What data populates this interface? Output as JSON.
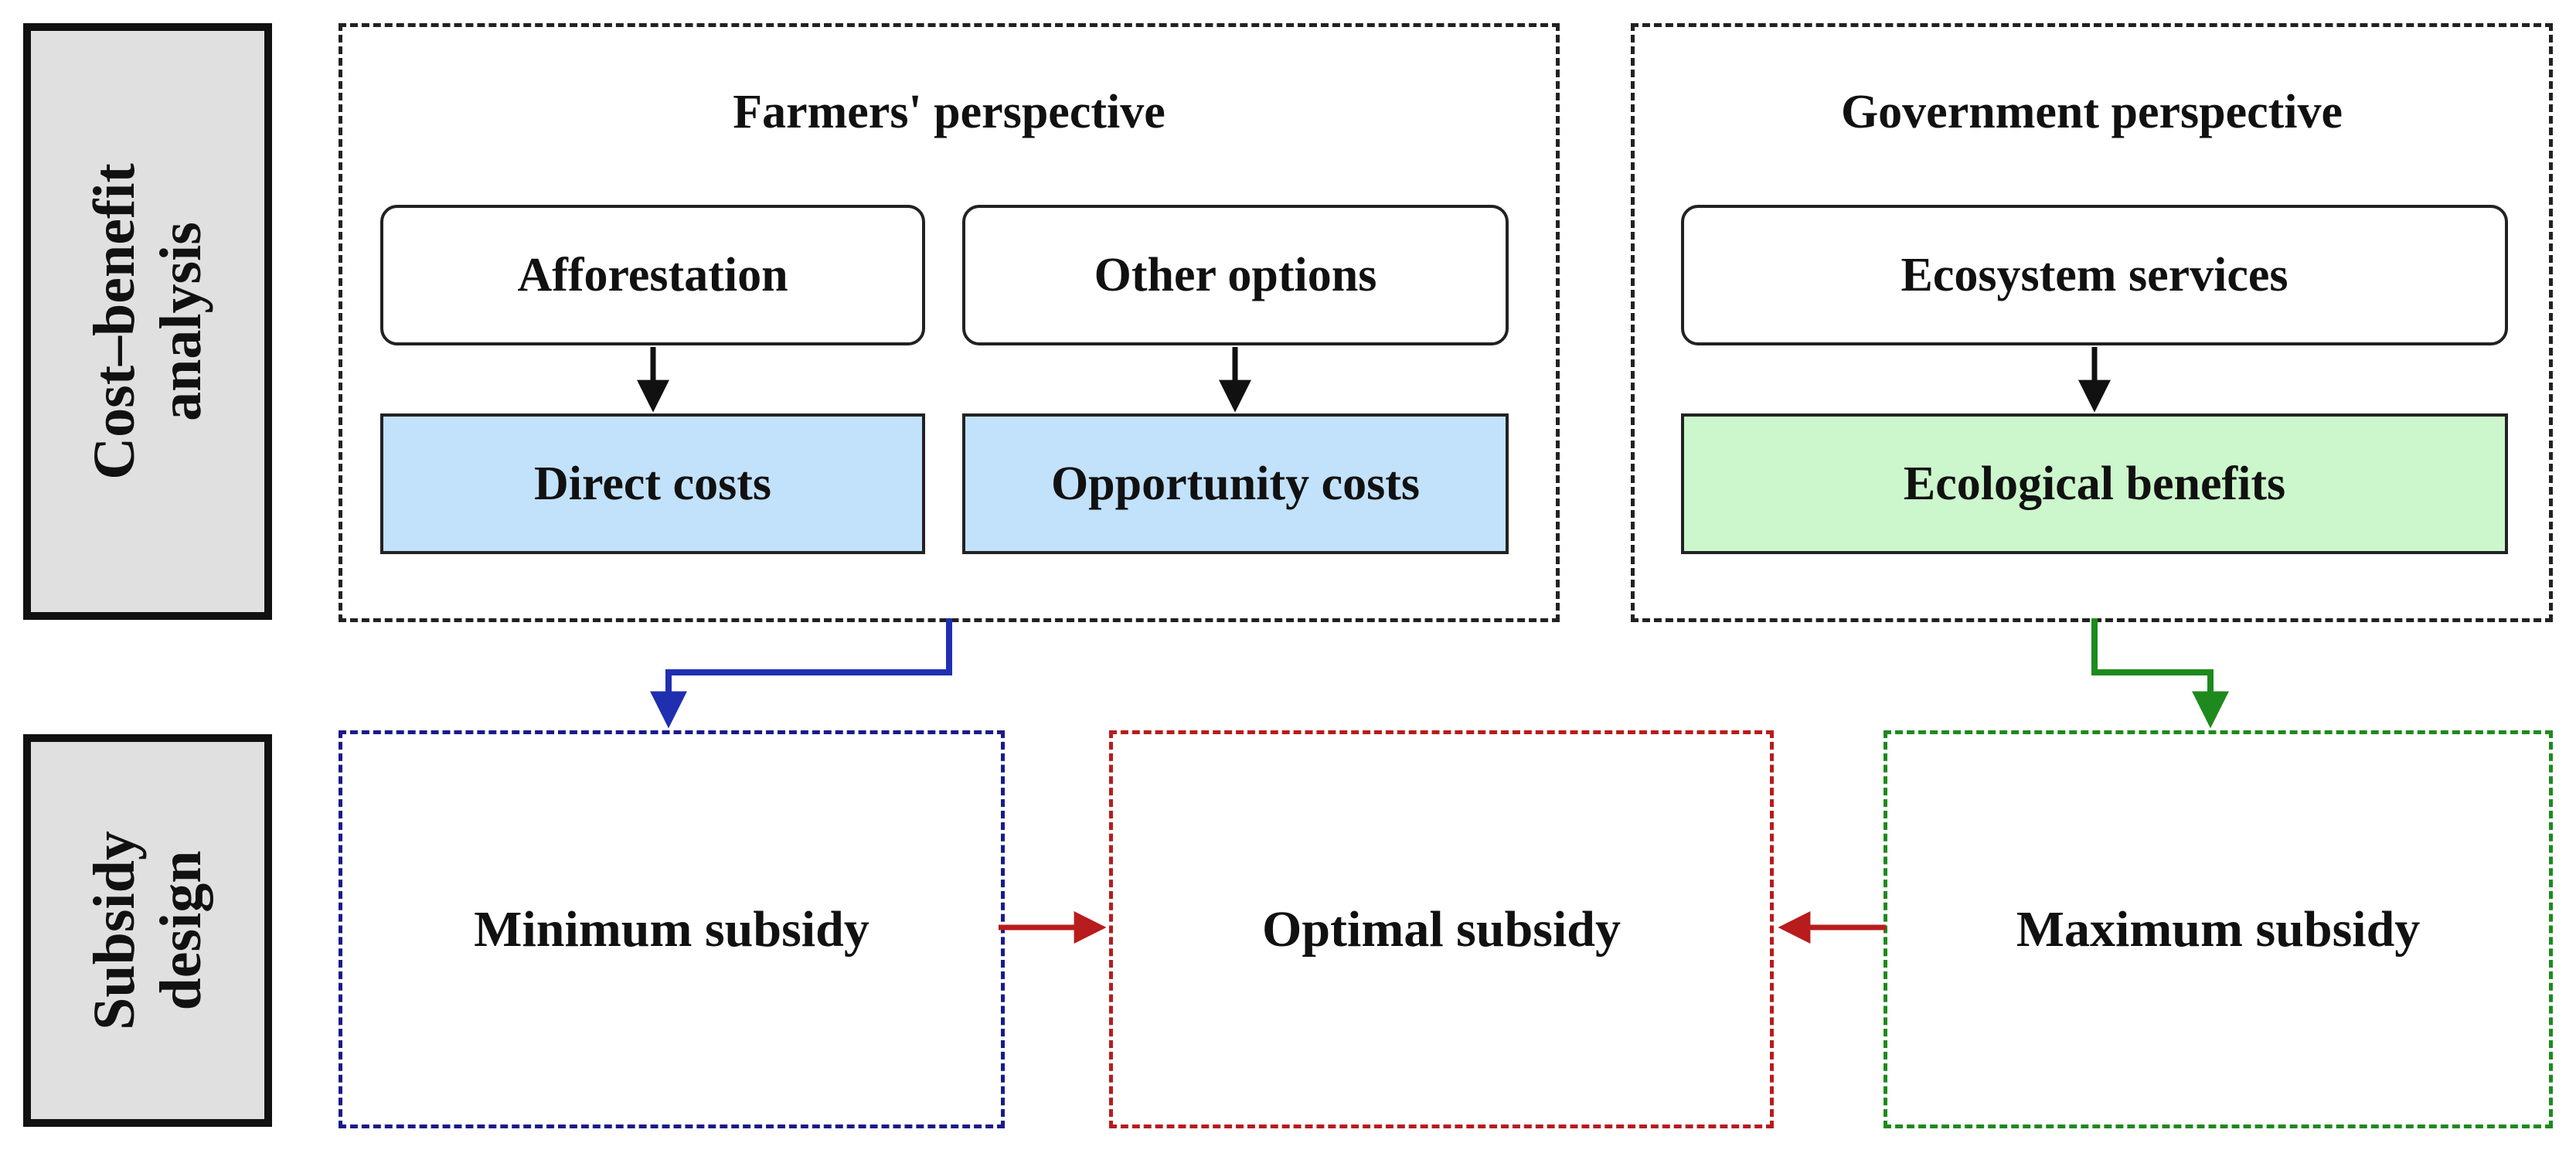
{
  "row_labels": {
    "cost_benefit": [
      "Cost–benefit",
      "analysis"
    ],
    "subsidy_design": [
      "Subsidy",
      "design"
    ]
  },
  "farmers": {
    "title": "Farmers' perspective",
    "afforestation": "Afforestation",
    "other_options": "Other options",
    "direct_costs": "Direct costs",
    "opportunity_costs": "Opportunity costs"
  },
  "government": {
    "title": "Government perspective",
    "ecosystem_services": "Ecosystem services",
    "ecological_benefits": "Ecological benefits"
  },
  "subsidy": {
    "minimum": "Minimum subsidy",
    "optimal": "Optimal subsidy",
    "maximum": "Maximum subsidy"
  },
  "colors": {
    "direct_fill": "#c2e1fb",
    "ecological_fill": "#ccf6cc",
    "minimum_border": "#1a1a8c",
    "optimal_border": "#b81c1c",
    "maximum_border": "#1e8a1e",
    "side_label_fill": "#e0e0e0"
  }
}
